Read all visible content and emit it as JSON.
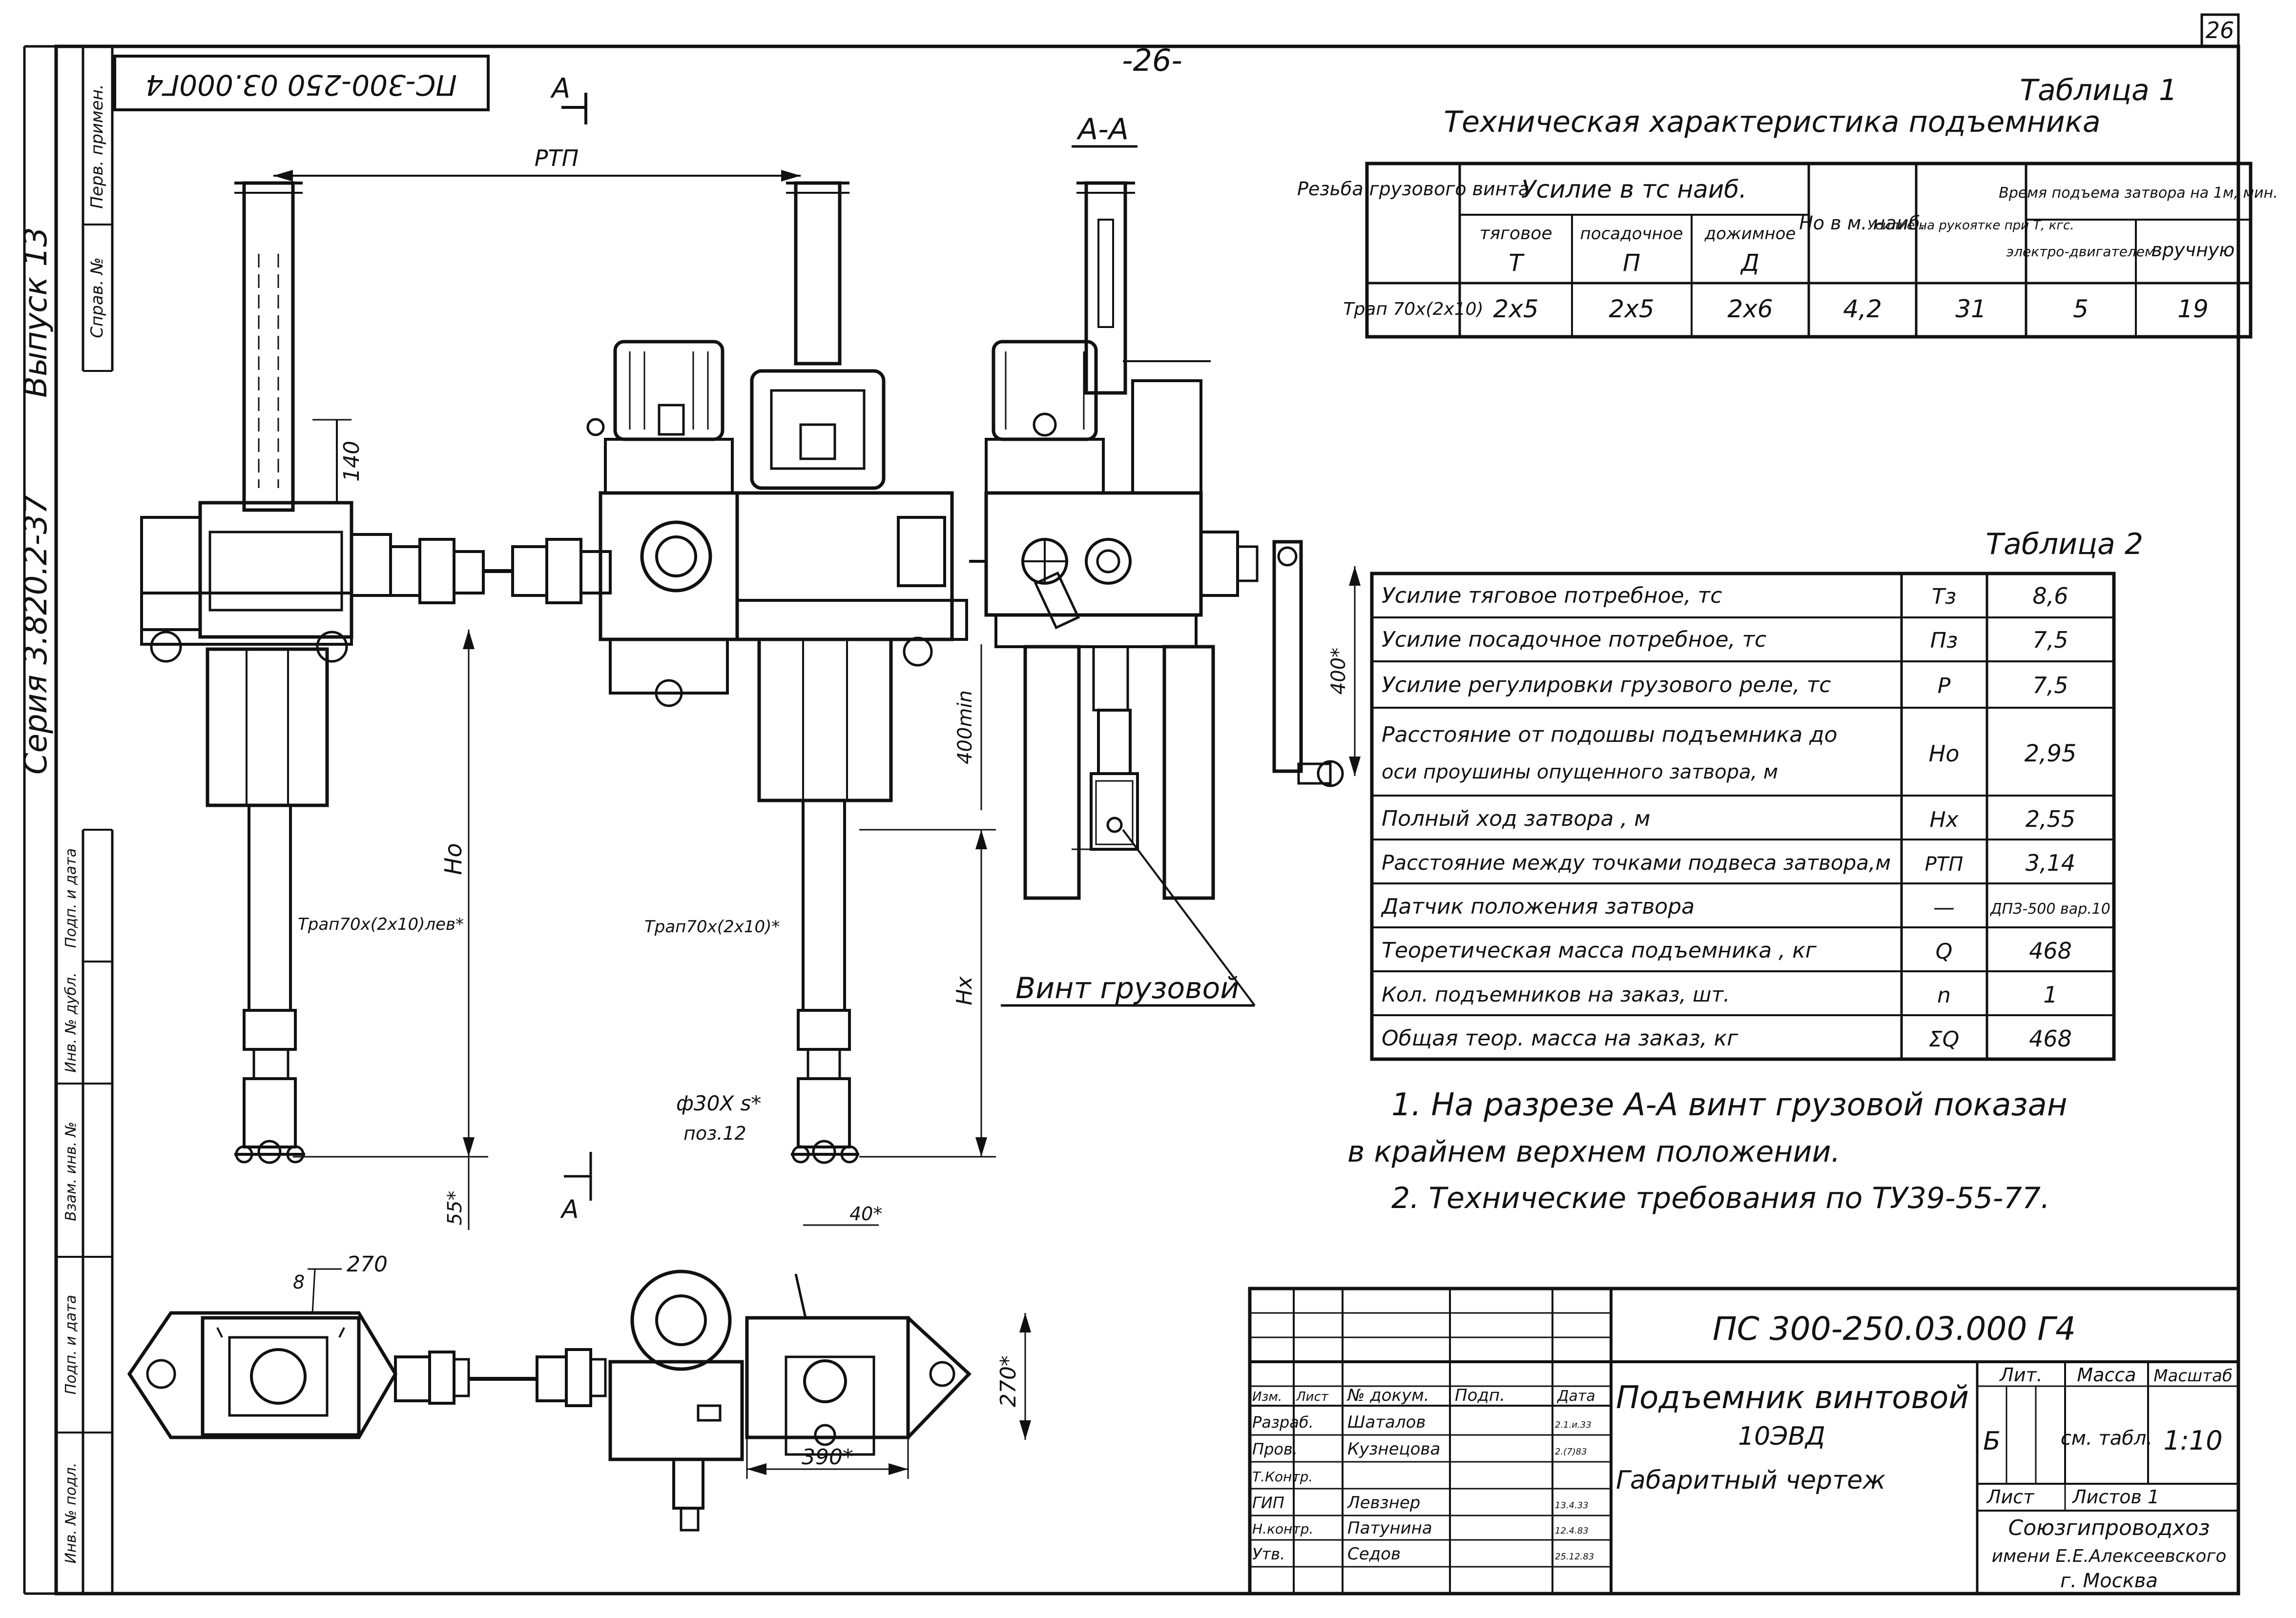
{
  "sheet": {
    "page_number_top": "-26-",
    "page_number_corner": "26",
    "rotated_code": "ПС-300-250 03.000Г4"
  },
  "left_strip": {
    "series_label": "Серия 3.820.2-37",
    "issue_label": "Выпуск 13",
    "cells": [
      "Перв. примен.",
      "Справ. №",
      "Подп. и дата",
      "Инв. № дубл.",
      "Взам. инв. №",
      "Подп. и дата",
      "Инв. № подл."
    ]
  },
  "table1": {
    "title_label": "Таблица 1",
    "heading": "Техническая характеристика подъемника",
    "col_thread": "Резьба грузового винта",
    "col_force_group": "Усилие в тс наиб.",
    "col_pull": "тяговое",
    "col_pull_sym": "Т",
    "col_seat": "посадочное",
    "col_seat_sym": "П",
    "col_press": "дожимное",
    "col_press_sym": "Д",
    "col_ho": "Ho в м. наиб.",
    "col_handle": "Усилие на рукоятке при Т, кгс.",
    "col_time_group": "Время подъема затвора на 1м, мин.",
    "col_motor": "электро-двигателем",
    "col_manual": "вручную",
    "row": {
      "thread": "Трап 70х(2х10)",
      "pull": "2х5",
      "seat": "2х5",
      "press": "2х6",
      "ho": "4,2",
      "handle": "31",
      "motor": "5",
      "manual": "19"
    }
  },
  "table2": {
    "title_label": "Таблица 2",
    "rows": [
      {
        "param": "Усилие тяговое потребное, тс",
        "sym": "Тз",
        "val": "8,6"
      },
      {
        "param": "Усилие посадочное потребное, тс",
        "sym": "Пз",
        "val": "7,5"
      },
      {
        "param": "Усилие регулировки грузового реле, тс",
        "sym": "Р",
        "val": "7,5"
      },
      {
        "param": "Расстояние от подошвы подъемника до",
        "param2": "оси проушины опущенного затвора, м",
        "sym": "Ho",
        "val": "2,95"
      },
      {
        "param": "Полный ход затвора , м",
        "sym": "Hх",
        "val": "2,55"
      },
      {
        "param": "Расстояние между точками подвеса затвора,м",
        "sym": "РТП",
        "val": "3,14"
      },
      {
        "param": "Датчик положения затвора",
        "sym": "—",
        "val": "ДПЗ-500 вар.10"
      },
      {
        "param": "Теоретическая масса подъемника , кг",
        "sym": "Q",
        "val": "468"
      },
      {
        "param": "Кол. подъемников на заказ, шт.",
        "sym": "n",
        "val": "1"
      },
      {
        "param": "Общая теор. масса на заказ, кг",
        "sym": "ΣQ",
        "val": "468"
      }
    ]
  },
  "notes": {
    "note1_line1": "1. На разрезе А-А винт грузовой показан",
    "note1_line2": "в крайнем верхнем положении.",
    "note2": "2. Технические требования по ТУ39-55-77."
  },
  "drawing": {
    "section_mark_a": "А",
    "section_label": "А-А",
    "dim_rtp": "РТП",
    "dim_140": "140",
    "dim_400": "400*",
    "dim_400min": "400min",
    "dim_ho": "Ho",
    "dim_hx": "Hx",
    "dim_55": "55*",
    "dim_40": "40*",
    "dim_thread_left": "Трап70х(2х10)лев*",
    "dim_thread_right": "Трап70х(2х10)*",
    "dim_phi": "ф30Х s*",
    "dim_poz": "поз.12",
    "callout_screw": "Винт грузовой",
    "dim_270_top": "270",
    "dim_8": "8",
    "dim_270_right": "270*",
    "dim_390": "390*"
  },
  "title_block": {
    "code": "ПС 300-250.03.000 Г4",
    "name_line1": "Подъемник винтовой",
    "name_line2": "10ЭВД",
    "name_line3": "Габаритный чертеж",
    "hdr_izm": "Изм.",
    "hdr_list": "Лист",
    "hdr_doc": "№ докум.",
    "hdr_sign": "Подп.",
    "hdr_date": "Дата",
    "lit_label": "Лит.",
    "mass_label": "Масса",
    "scale_label": "Масштаб",
    "lit_value": "Б",
    "mass_value": "см. табл.",
    "scale_value": "1:10",
    "sheet_label": "Лист",
    "sheets_label": "Листов 1",
    "org_line1": "Союзгипроводхоз",
    "org_line2": "имени Е.Е.Алексеевского",
    "org_line3": "г. Москва",
    "people": [
      {
        "role": "Разраб.",
        "name": "Шаталов",
        "date": "2.1.и.33"
      },
      {
        "role": "Пров.",
        "name": "Кузнецова",
        "date": "2.(7)83"
      },
      {
        "role": "Т.Контр.",
        "name": "",
        "date": ""
      },
      {
        "role": "ГИП",
        "name": "Левзнер",
        "date": "13.4.33"
      },
      {
        "role": "Н.контр.",
        "name": "Патунина",
        "date": "12.4.83"
      },
      {
        "role": "Утв.",
        "name": "Седов",
        "date": "25.12.83"
      }
    ]
  }
}
